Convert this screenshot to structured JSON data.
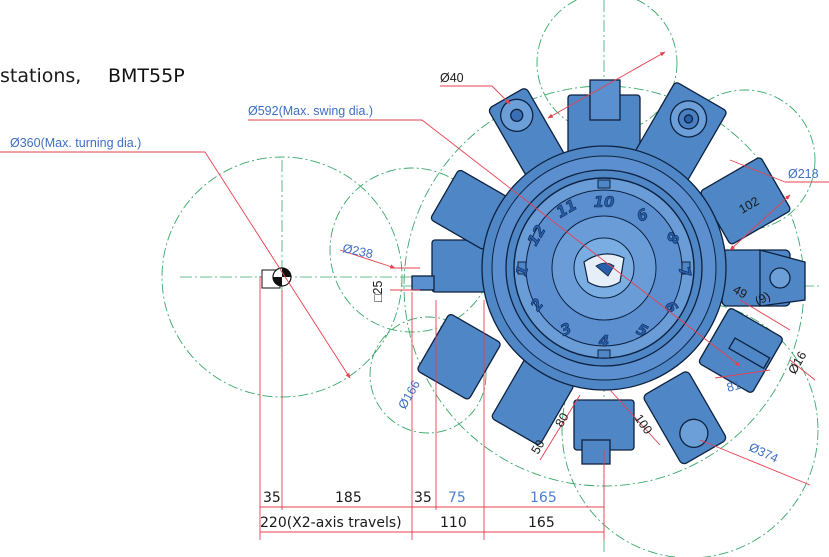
{
  "title": {
    "prefix": "stations,",
    "model": "BMT55P"
  },
  "callouts": {
    "d40": "Ø40",
    "d592": "Ø592(Max. swing dia.)",
    "d360": "Ø360(Max. turning dia.)",
    "d218": "Ø218",
    "d238": "Ø238",
    "d166": "Ø166",
    "d374": "Ø374",
    "d16": "Ø16",
    "sq25": "□25",
    "v102": "102",
    "v49": "49",
    "v9": "(9)",
    "v81": "81",
    "v80": "80",
    "v100": "100",
    "v50": "50"
  },
  "bottom_dims": {
    "row1": [
      "35",
      "185",
      "35",
      "75",
      "165"
    ],
    "row2": [
      "220(X2-axis travels)",
      "110",
      "165"
    ]
  },
  "station_numbers": [
    "1",
    "2",
    "3",
    "4",
    "5",
    "6",
    "7",
    "8",
    "9",
    "10",
    "11",
    "12"
  ],
  "colors": {
    "turret_blue": "#4f86c6",
    "dim_line_red": "#e84050",
    "centerline_green": "#3aa86a",
    "label_blue": "#3d6fc4",
    "outline": "#0d2240"
  }
}
